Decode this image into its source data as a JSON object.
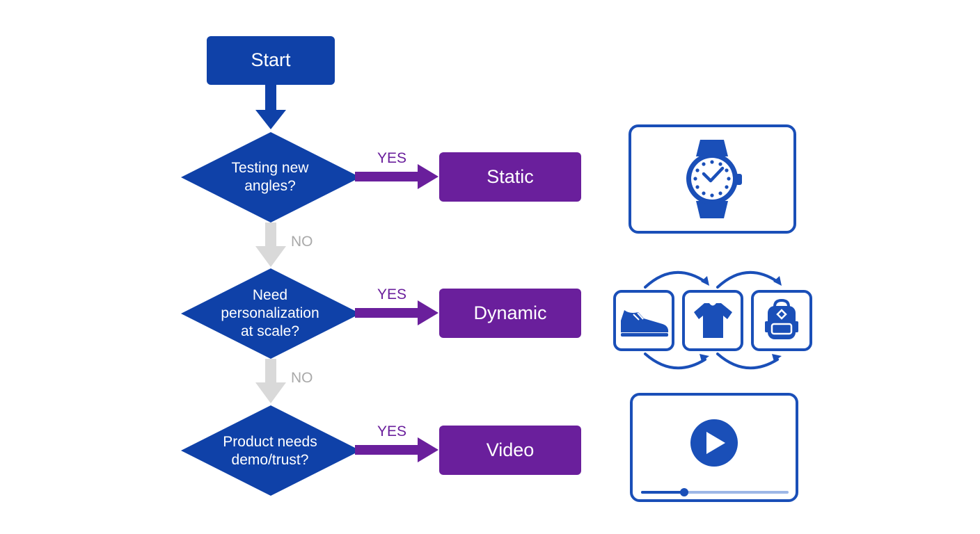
{
  "start": {
    "label": "Start"
  },
  "decisions": [
    {
      "question": "Testing new\nangles?",
      "yes_label": "YES",
      "outcome": "Static",
      "icon": "watch-icon"
    },
    {
      "question": "Need\npersonalization\nat scale?",
      "yes_label": "YES",
      "outcome": "Dynamic",
      "icon": "product-carousel-icon"
    },
    {
      "question": "Product needs\ndemo/trust?",
      "yes_label": "YES",
      "outcome": "Video",
      "icon": "video-player-icon"
    }
  ],
  "no_labels": [
    "NO",
    "NO"
  ],
  "colors": {
    "node_blue": "#0f41a8",
    "outcome_purple": "#6a1f9c",
    "no_arrow_gray": "#d9d9d9",
    "icon_blue": "#1a4fb8"
  }
}
